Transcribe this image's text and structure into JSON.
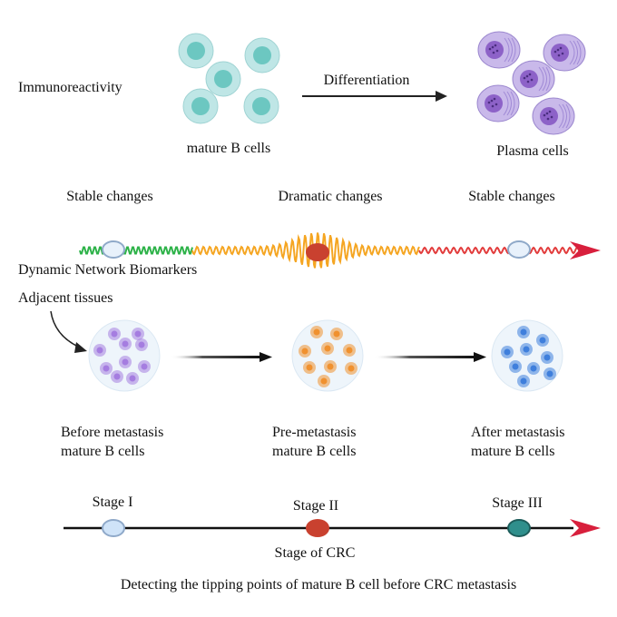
{
  "top": {
    "immunoreactivity": "Immunoreactivity",
    "mature_b_cells": "mature B cells",
    "differentiation": "Differentiation",
    "plasma_cells": "Plasma cells"
  },
  "changes": {
    "left": "Stable changes",
    "middle": "Dramatic changes",
    "right": "Stable changes"
  },
  "dnb_label": "Dynamic Network Biomarkers",
  "adjacent_tissues": "Adjacent tissues",
  "groups": [
    {
      "line1": "Before metastasis",
      "line2": "mature B cells",
      "color": "#a57de0"
    },
    {
      "line1": "Pre-metastasis",
      "line2": "mature B cells",
      "color": "#f0912f"
    },
    {
      "line1": "After metastasis",
      "line2": "mature B cells",
      "color": "#3f7fdc"
    }
  ],
  "stages": [
    {
      "label": "Stage I",
      "color": "#cfe3f8"
    },
    {
      "label": "Stage II",
      "color": "#c9412f"
    },
    {
      "label": "Stage III",
      "color": "#2f8f8c"
    }
  ],
  "axis_label": "Stage of CRC",
  "caption": "Detecting the tipping points of mature B cell before  CRC metastasis",
  "colors": {
    "bcell_fill": "#bfe6e6",
    "bcell_nucleus": "#6cc7c1",
    "plasma_fill": "#c9b9ea",
    "plasma_nucleus": "#8d62c8",
    "wave_green": "#2fb34a",
    "wave_orange": "#f5a623",
    "wave_red": "#e23b3b",
    "dnb_node": "#c9412f",
    "arrow_red": "#d81f3c"
  }
}
